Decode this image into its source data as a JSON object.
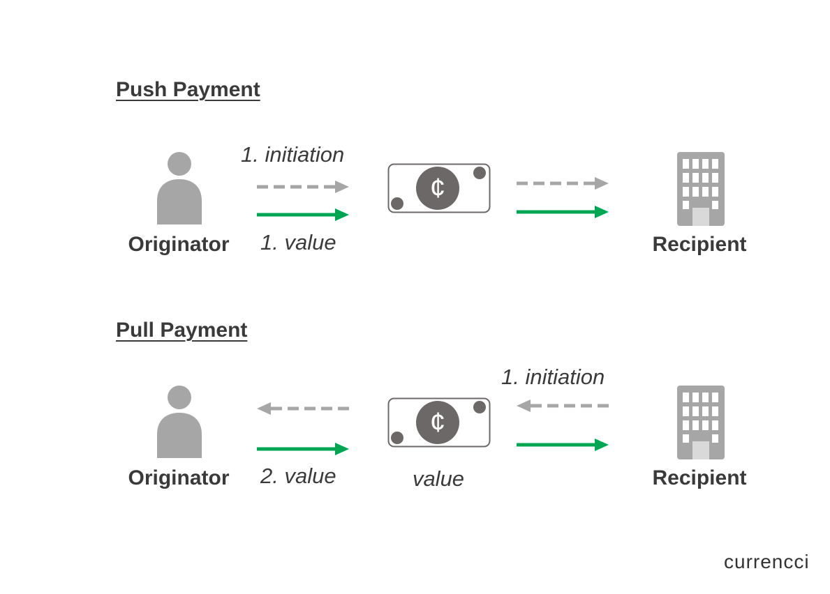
{
  "push": {
    "title": "Push Payment",
    "originator_label": "Originator",
    "recipient_label": "Recipient",
    "initiation_label": "1. initiation",
    "value_label": "1. value"
  },
  "pull": {
    "title": "Pull Payment",
    "originator_label": "Originator",
    "recipient_label": "Recipient",
    "initiation_label": "1. initiation",
    "value_label": "2. value",
    "middle_value_label": "value"
  },
  "currency_symbol": "¢",
  "brand": "currencci",
  "colors": {
    "text": "#3a3a3a",
    "person": "#a6a6a6",
    "initiation_arrow": "#a6a6a6",
    "value_arrow": "#00a651",
    "banknote_coin": "#6d6868",
    "building": "#a6a6a6"
  }
}
